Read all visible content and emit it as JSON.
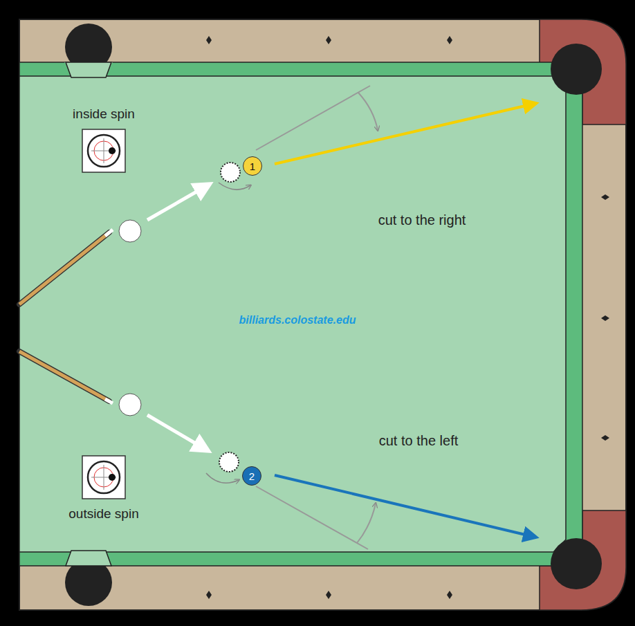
{
  "diagram": {
    "nodes": [
      {
        "text": [
          "inside spin"
        ]
      },
      {
        "text": [
          "1"
        ]
      },
      {
        "text": [
          "2"
        ]
      },
      {
        "text": [
          "outside spin"
        ]
      }
    ],
    "labels": [
      "cut to the right",
      "billiards.colostate.edu",
      "cut to the left"
    ]
  }
}
